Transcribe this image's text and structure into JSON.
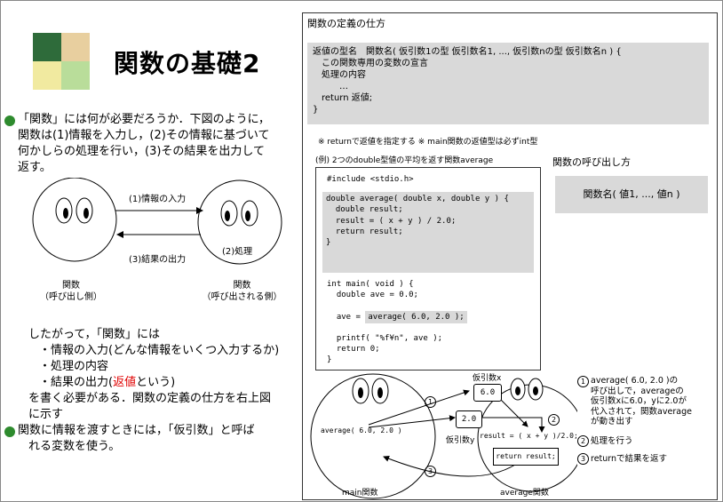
{
  "title": "関数の基礎2",
  "logo_colors": [
    "#2e6b3a",
    "#e8cf9f",
    "#f1eaa0",
    "#b9dd9a"
  ],
  "left": {
    "bullet1_lines": [
      "「関数」には何が必要だろうか．下図のように，",
      "関数は(1)情報を入力し，(2)その情報に基づいて",
      "何かしらの処理を行い，(3)その結果を出力して",
      "返す。"
    ],
    "diagram": {
      "arrow1": "(1)情報の入力",
      "arrow2": "(2)処理",
      "arrow3": "(3)結果の出力",
      "caller_label": "関数",
      "caller_sub": "（呼び出し側）",
      "callee_label": "関数",
      "callee_sub": "（呼び出される側）"
    },
    "summary_intro": "したがって，「関数」には",
    "summary_items": [
      "・情報の入力(どんな情報をいくつ入力するか)",
      "・処理の内容"
    ],
    "summary_item3_pre": "・結果の出力(",
    "summary_item3_red": "返値",
    "summary_item3_post": "という)",
    "summary_end": [
      "を書く必要がある．関数の定義の仕方を右上図",
      "に示す"
    ],
    "bullet2_lines": [
      "関数に情報を渡すときには，「仮引数」と呼ば",
      "れる変数を使う。"
    ]
  },
  "right": {
    "heading": "関数の定義の仕方",
    "def_lines": [
      "返値の型名　関数名( 仮引数1の型 仮引数名1, ..., 仮引数nの型 仮引数名n ) {",
      "　この関数専用の変数の宣言",
      "　処理の内容",
      "　　　…",
      "　return 返値;",
      "}"
    ],
    "note": "※ returnで返値を指定する ※ main関数の返値型は必ずint型",
    "example_caption": "(例) 2つのdouble型値の平均を返す関数average",
    "call_heading": "関数の呼び出し方",
    "call_syntax": "関数名( 値1, ..., 値n )",
    "code_include": "#include <stdio.h>",
    "code_avg": [
      "double average( double x, double y ) {",
      "  double result;",
      "",
      "  result = ( x + y ) / 2.0;",
      "",
      "  return result;",
      "}"
    ],
    "code_main_head": [
      "int main( void ) {",
      "  double ave = 0.0;"
    ],
    "code_call_pre": "  ave = ",
    "code_call_hl": "average( 6.0, 2.0 );",
    "code_main_tail": [
      "  printf( \"%f¥n\", ave );",
      "  return 0;",
      "}"
    ],
    "bottom": {
      "main_call": "average( 6.0, 2.0 )",
      "main_label": "main関数",
      "avg_label": "average関数",
      "param_x_label": "仮引数x",
      "param_x_val": "6.0",
      "param_y_label": "仮引数y",
      "param_y_val": "2.0",
      "avg_expr": "result = ( x + y )/2.0;",
      "avg_return": "return result;",
      "n1": "1",
      "n2": "2",
      "n3": "3"
    },
    "steps": [
      {
        "num": "1",
        "lines": [
          "average( 6.0, 2.0 )の",
          "呼び出しで，averageの",
          "仮引数xに6.0，yに2.0が",
          "代入されて，関数average",
          "が動き出す"
        ]
      },
      {
        "num": "2",
        "lines": [
          "処理を行う"
        ]
      },
      {
        "num": "3",
        "lines": [
          "returnで結果を返す"
        ]
      }
    ]
  }
}
